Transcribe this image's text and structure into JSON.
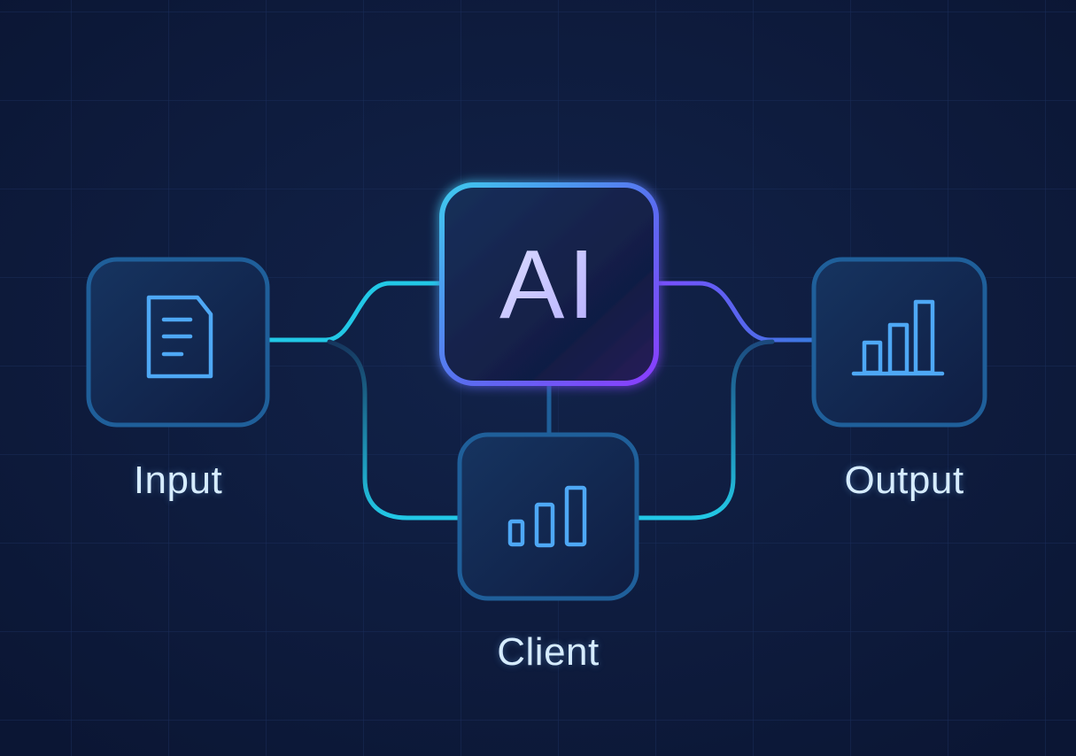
{
  "nodes": {
    "input": {
      "label": "Input",
      "icon": "document-icon"
    },
    "ai": {
      "label": "AI"
    },
    "client": {
      "label": "Client",
      "icon": "bar-chart-icon"
    },
    "output": {
      "label": "Output",
      "icon": "bar-chart-icon"
    }
  },
  "colors": {
    "background": "#0d1a3a",
    "node_border": "#1f5f9a",
    "cyan": "#22c8e6",
    "purple": "#7b4dff",
    "icon": "#4ea8f5",
    "label": "#d6ecff"
  }
}
